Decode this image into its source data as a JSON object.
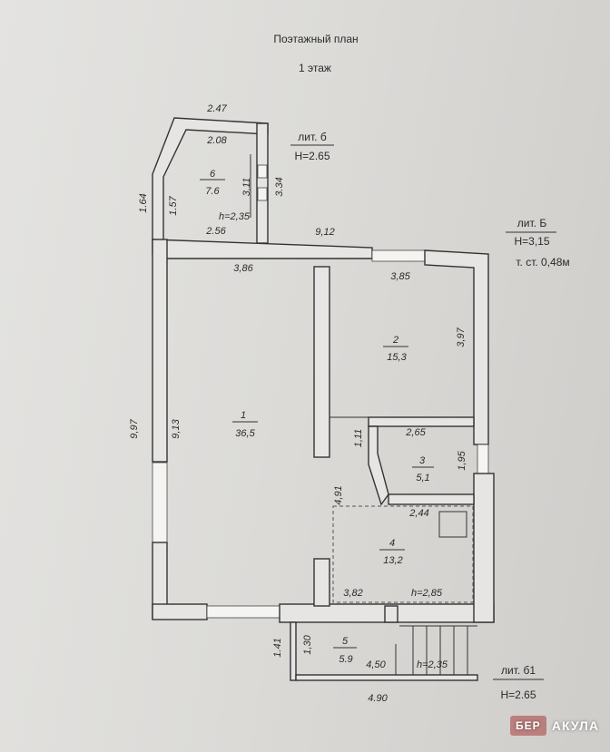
{
  "header": {
    "title": "Поэтажный план",
    "floor": "1 этаж"
  },
  "labels": {
    "lit_b_small": "лит. б",
    "lit_b_small_h": "H=2.65",
    "lit_B": "лит. Б",
    "lit_B_h": "H=3,15",
    "lit_B_wall": "т. ст. 0,48м",
    "lit_b1": "лит. б1",
    "lit_b1_h": "H=2.65"
  },
  "rooms": {
    "r1": {
      "num": "1",
      "area": "36,5"
    },
    "r2": {
      "num": "2",
      "area": "15,3"
    },
    "r3": {
      "num": "3",
      "area": "5,1"
    },
    "r4": {
      "num": "4",
      "area": "13,2",
      "h": "h=2,85"
    },
    "r5": {
      "num": "5",
      "area": "5.9",
      "h": "h=2,35"
    },
    "r6": {
      "num": "6",
      "area": "7.6",
      "h": "h=2,35"
    }
  },
  "dims": {
    "d247": "2.47",
    "d208": "2.08",
    "d311": "3,11",
    "d334": "3.34",
    "d164": "1.64",
    "d157": "1.57",
    "d256": "2.56",
    "d912": "9,12",
    "d386": "3,86",
    "d385": "3,85",
    "d397": "3,97",
    "d997": "9,97",
    "d913": "9,13",
    "d265": "2,65",
    "d111": "1,11",
    "d195": "1,95",
    "d491": "4,91",
    "d244": "2,44",
    "d382": "3,82",
    "d141": "1.41",
    "d130": "1,30",
    "d450": "4,50",
    "d490": "4.90"
  },
  "watermark": {
    "text": "АКУЛА",
    "logo": "БЕР"
  },
  "colors": {
    "paper": "#dcdad7",
    "ink": "#2a2a2a",
    "wall_fill": "#e6e5e3"
  }
}
